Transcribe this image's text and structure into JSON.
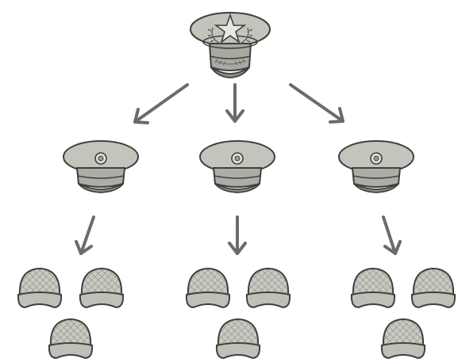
{
  "diagram": {
    "description_free": true,
    "colors": {
      "fill": "#bdbdb5",
      "fill_light": "#d4d4cd",
      "fill_dark": "#9a9a92",
      "stroke": "#3f3f3f",
      "arrow": "#6b6b6b",
      "mesh": "#8a8a84",
      "background": "#ffffff"
    },
    "icons": {
      "top": "officer-cap-icon",
      "middle": "peaked-cap-icon",
      "bottom": "combat-helmet-icon",
      "connector": "down-arrow-icon"
    },
    "hierarchy": {
      "levels": 3,
      "middle_count": 3,
      "helmets_per_middle": 3
    }
  }
}
